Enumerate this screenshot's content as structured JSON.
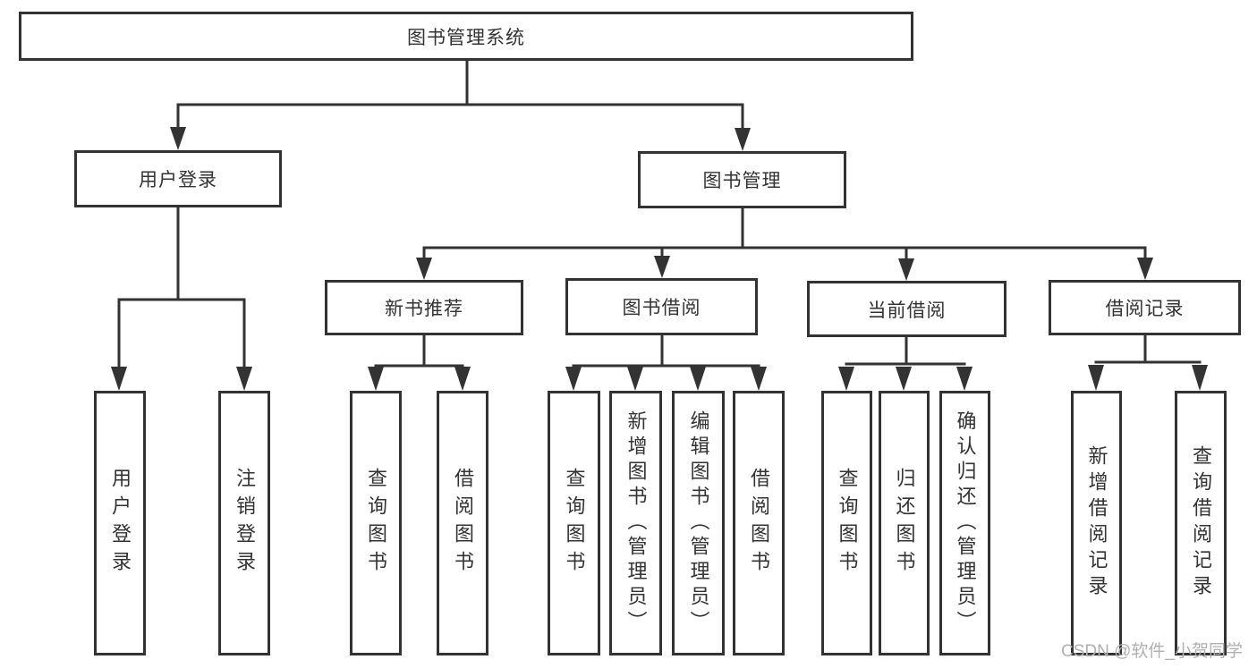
{
  "diagram": {
    "title": "图书管理系统",
    "kind": "functional-structure-tree"
  },
  "nodes": {
    "root": "图书管理系统",
    "user_login": "用户登录",
    "book_management": "图书管理",
    "new_book_recommend": "新书推荐",
    "book_borrowing": "图书借阅",
    "current_borrowing": "当前借阅",
    "borrowing_records": "借阅记录",
    "leaf_user_login": "用户登录",
    "leaf_logout": "注销登录",
    "leaf_nb_query_books": "查询图书",
    "leaf_nb_borrow_books": "借阅图书",
    "leaf_bb_query_books": "查询图书",
    "leaf_bb_add_books_admin": "新增图书（管理员）",
    "leaf_bb_edit_books_admin": "编辑图书（管理员）",
    "leaf_bb_borrow_books": "借阅图书",
    "leaf_cb_query_books": "查询图书",
    "leaf_cb_return_books": "归还图书",
    "leaf_cb_confirm_return_admin": "确认归还（管理员）",
    "leaf_br_add_record": "新增借阅记录",
    "leaf_br_query_record": "查询借阅记录"
  },
  "watermark": "CSDN @软件_小贺同学",
  "colors": {
    "line": "#333333",
    "border": "#333333",
    "text": "#333333",
    "watermark": "#b0b0b0",
    "background": "#ffffff"
  }
}
